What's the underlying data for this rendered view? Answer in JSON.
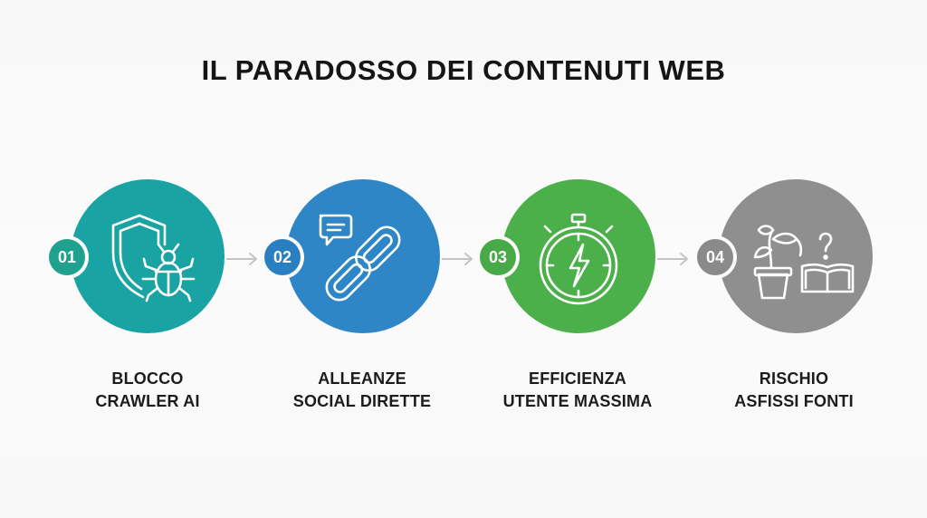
{
  "title": "IL PARADOSSO DEI CONTENUTI WEB",
  "steps": [
    {
      "number": "01",
      "label_line1": "BLOCCO",
      "label_line2": "CRAWLER AI",
      "color": "#1aa3a3",
      "badge_color": "#20a08e",
      "icon": "shield-bug-icon"
    },
    {
      "number": "02",
      "label_line1": "ALLEANZE",
      "label_line2": "SOCIAL DIRETTE",
      "color": "#2f86c6",
      "badge_color": "#2a7fc0",
      "icon": "chain-link-chat-icon"
    },
    {
      "number": "03",
      "label_line1": "EFFICIENZA",
      "label_line2": "UTENTE MASSIMA",
      "color": "#4bb04a",
      "badge_color": "#47a947",
      "icon": "stopwatch-lightning-icon"
    },
    {
      "number": "04",
      "label_line1": "RISCHIO",
      "label_line2": "ASFISSI FONTI",
      "color": "#8f8f8f",
      "badge_color": "#8a8a8a",
      "icon": "wilted-plant-book-icon"
    }
  ]
}
